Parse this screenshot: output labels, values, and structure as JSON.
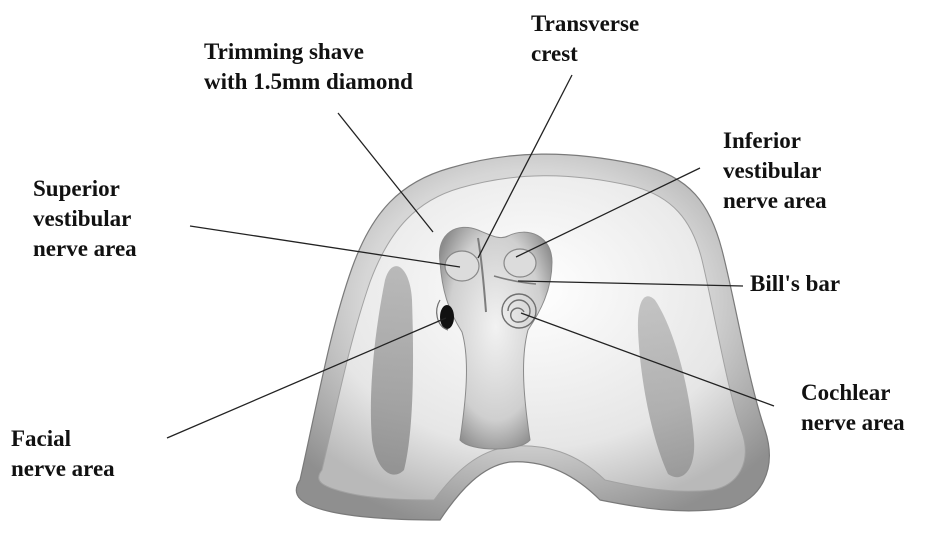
{
  "labels": {
    "trimming": {
      "line1": "Trimming shave",
      "line2": "with 1.5mm diamond"
    },
    "transverse": {
      "line1": "Transverse",
      "line2": "crest"
    },
    "inferior": {
      "line1": "Inferior",
      "line2": "vestibular",
      "line3": "nerve area"
    },
    "superior": {
      "line1": "Superior",
      "line2": "vestibular",
      "line3": "nerve area"
    },
    "bills": {
      "line1": "Bill's bar"
    },
    "cochlear": {
      "line1": "Cochlear",
      "line2": "nerve area"
    },
    "facial": {
      "line1": "Facial",
      "line2": "nerve area"
    }
  },
  "colors": {
    "bone_light": "#eeeeee",
    "bone_mid": "#c8c8c8",
    "bone_dark": "#9a9a9a",
    "leader_line": "#222222",
    "facial_canal": "#111111"
  }
}
